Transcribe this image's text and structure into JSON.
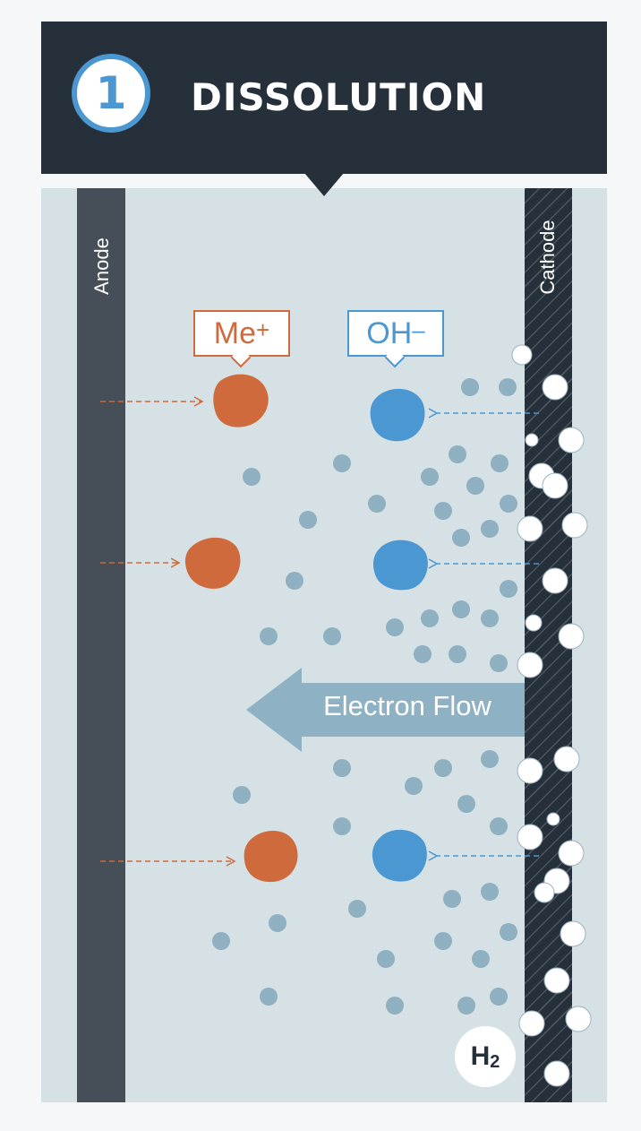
{
  "step": {
    "number": "1",
    "title": "DISSOLUTION"
  },
  "electrodes": {
    "anode_label": "Anode",
    "cathode_label": "Cathode"
  },
  "ions": {
    "metal": {
      "symbol": "Me",
      "charge": "+",
      "color": "#cf6a3c"
    },
    "hydroxide": {
      "symbol": "OH",
      "charge": "–",
      "color": "#4a97d1"
    }
  },
  "electron_flow": {
    "label": "Electron Flow",
    "color": "#8eb1c3"
  },
  "gas": {
    "symbol": "H",
    "subscript": "2"
  },
  "colors": {
    "header_bg": "#26303a",
    "accent": "#4a97d1",
    "panel_bg": "#d6e1e6",
    "anode": "#464e57",
    "cathode": "#26303a",
    "particle": "#8fb0c0"
  }
}
